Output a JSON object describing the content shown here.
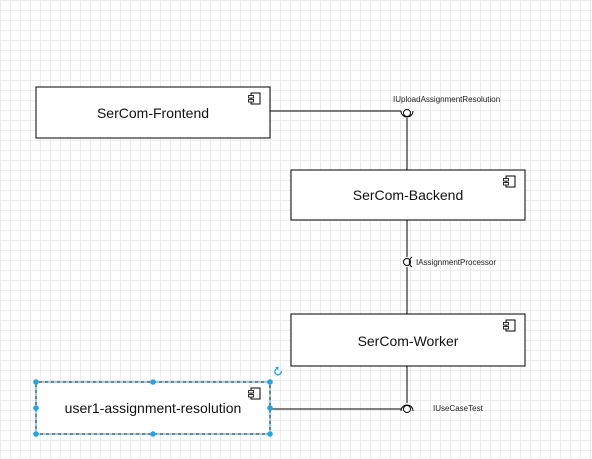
{
  "components": {
    "frontend": "SerCom-Frontend",
    "backend": "SerCom-Backend",
    "worker": "SerCom-Worker",
    "resolution": "user1-assignment-resolution"
  },
  "interfaces": {
    "upload": "IUploadAssignmentResolution",
    "processor": "IAssignmentProcessor",
    "usecase": "IUseCaseTest"
  },
  "selection": {
    "selected_component": "resolution"
  },
  "colors": {
    "stroke": "#000000",
    "selection": "#29a3e0",
    "grid": "#ececec",
    "background": "#ffffff"
  }
}
